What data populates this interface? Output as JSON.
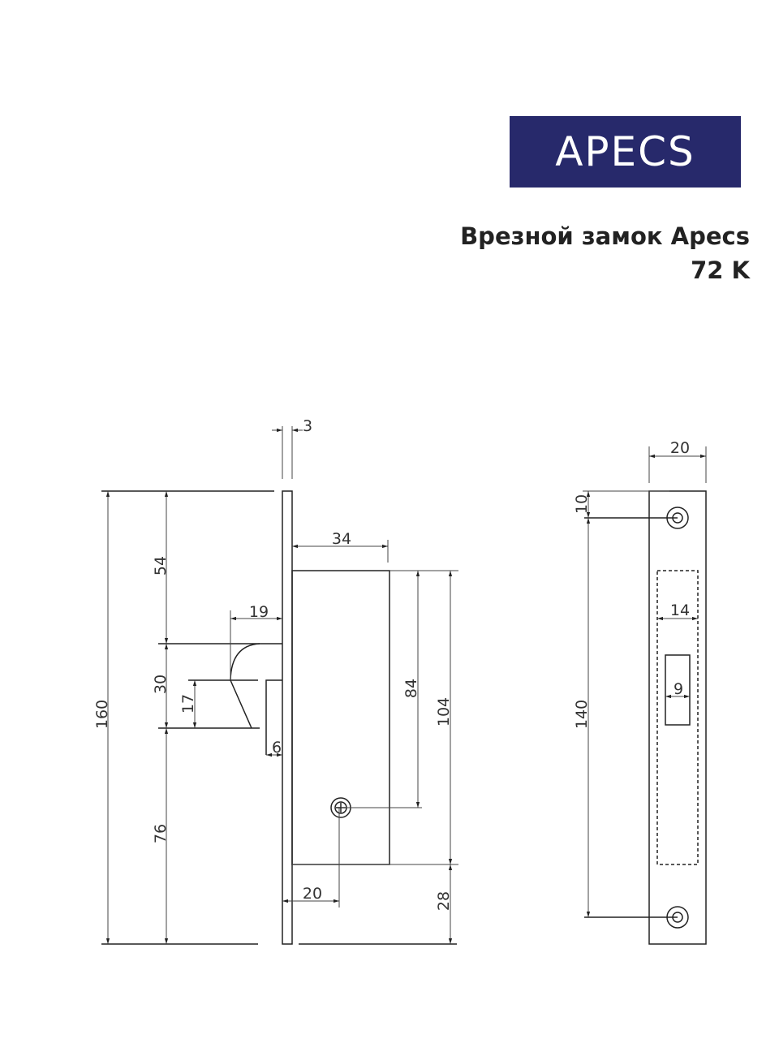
{
  "logo": {
    "text": "APECS",
    "color": "#27296b"
  },
  "title": {
    "line1": "Врезной замок Apecs",
    "line2": "72 K"
  },
  "drawing": {
    "side_view": {
      "faceplate_thickness": "3",
      "total_height": "160",
      "top_to_latch": "54",
      "latch_height": "30",
      "latch_bevel": "17",
      "bottom_from_latch": "76",
      "latch_projection": "19",
      "latch_offset": "6",
      "body_depth": "34",
      "screw_distance": "84",
      "body_height": "104",
      "bottom_offset": "28",
      "screw_backset": "20"
    },
    "strike_plate": {
      "width": "20",
      "hole_offset": "10",
      "hole_spacing": "140",
      "recess_width": "14",
      "slot_width": "9"
    }
  }
}
